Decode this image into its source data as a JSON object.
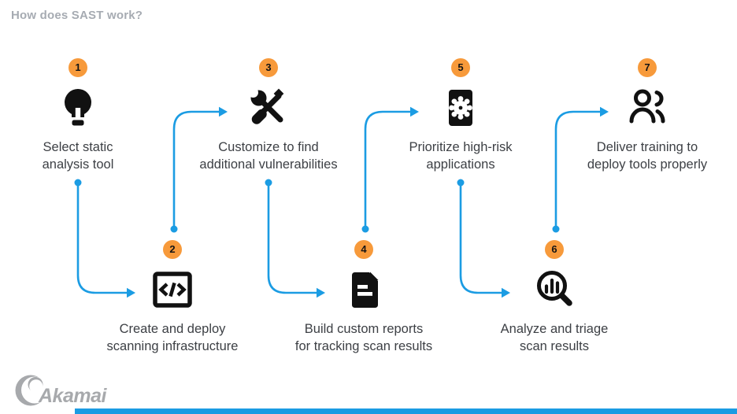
{
  "title": "How does SAST work?",
  "colors": {
    "accent_blue": "#1b9ce3",
    "accent_orange": "#f79a3b",
    "icon_black": "#111111",
    "label_text": "#3d4045",
    "title_text": "#a6abb2",
    "logo_gray": "#a7a9ac"
  },
  "steps": [
    {
      "number": "1",
      "icon": "lightbulb-icon",
      "label_line1": "Select static",
      "label_line2": "analysis tool",
      "position": "top"
    },
    {
      "number": "2",
      "icon": "code-icon",
      "label_line1": "Create and deploy",
      "label_line2": "scanning infrastructure",
      "position": "bottom"
    },
    {
      "number": "3",
      "icon": "tools-icon",
      "label_line1": "Customize to find",
      "label_line2": "additional vulnerabilities",
      "position": "top"
    },
    {
      "number": "4",
      "icon": "report-icon",
      "label_line1": "Build custom reports",
      "label_line2": "for tracking scan results",
      "position": "bottom"
    },
    {
      "number": "5",
      "icon": "malware-icon",
      "label_line1": "Prioritize high-risk",
      "label_line2": "applications",
      "position": "top"
    },
    {
      "number": "6",
      "icon": "search-chart-icon",
      "label_line1": "Analyze and triage",
      "label_line2": "scan results",
      "position": "bottom"
    },
    {
      "number": "7",
      "icon": "team-icon",
      "label_line1": "Deliver training to",
      "label_line2": "deploy tools properly",
      "position": "top"
    }
  ],
  "connections": [
    {
      "from": "1",
      "to": "2"
    },
    {
      "from": "2",
      "to": "3"
    },
    {
      "from": "3",
      "to": "4"
    },
    {
      "from": "4",
      "to": "5"
    },
    {
      "from": "5",
      "to": "6"
    },
    {
      "from": "6",
      "to": "7"
    }
  ],
  "logo": {
    "text": "Akamai"
  }
}
